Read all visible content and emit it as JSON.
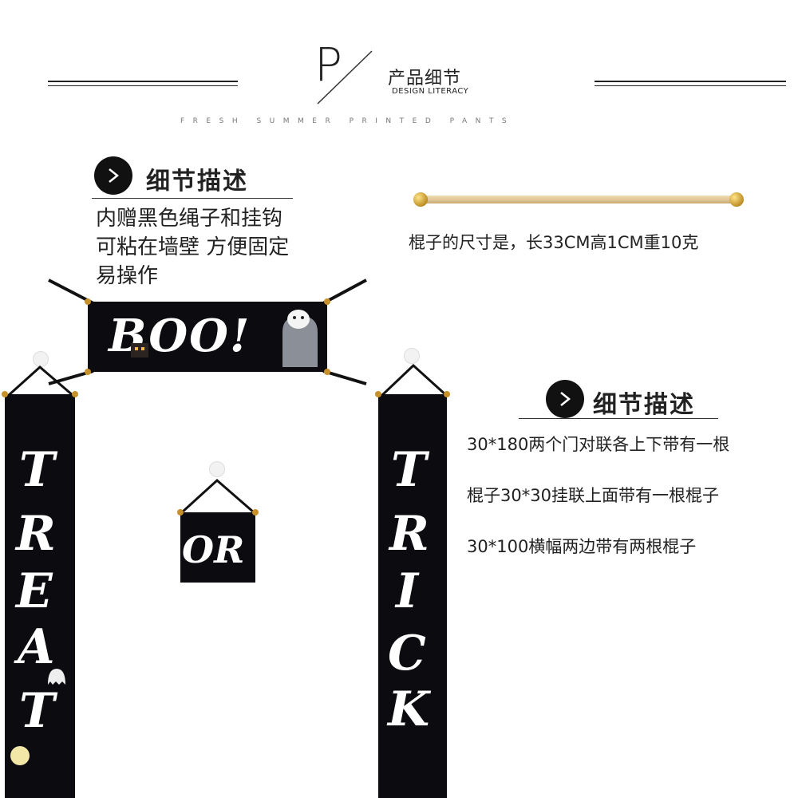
{
  "header": {
    "letter": "P",
    "title": "产品细节",
    "subtitle": "DESIGN LITERACY",
    "tagline": "FRESH SUMMER PRINTED PANTS"
  },
  "detail1": {
    "chevron": ">",
    "title": "细节描述",
    "lines": [
      "内赠黑色绳子和挂钩",
      "可粘在墙壁 方便固定",
      "易操作"
    ]
  },
  "rod": {
    "caption": "棍子的尺寸是，长33CM高1CM重10克",
    "color": "#e3c89a"
  },
  "detail2": {
    "chevron": ">",
    "title": "细节描述",
    "lines": [
      "30*180两个门对联各上下带有一根",
      "棍子30*30挂联上面带有一根棍子",
      "30*100横幅两边带有两根棍子"
    ]
  },
  "banners": {
    "top": "BOO!",
    "middle": "OR",
    "left_letters": [
      "T",
      "R",
      "E",
      "A",
      "T"
    ],
    "right_letters": [
      "T",
      "R",
      "I",
      "C",
      "K"
    ],
    "background": "#0b0b10"
  },
  "icons": {
    "chevron": "chevron-right-icon",
    "ghost": "ghost-icon",
    "tombstone": "tombstone-icon",
    "moon": "moon-icon",
    "hook": "adhesive-hook-icon"
  }
}
